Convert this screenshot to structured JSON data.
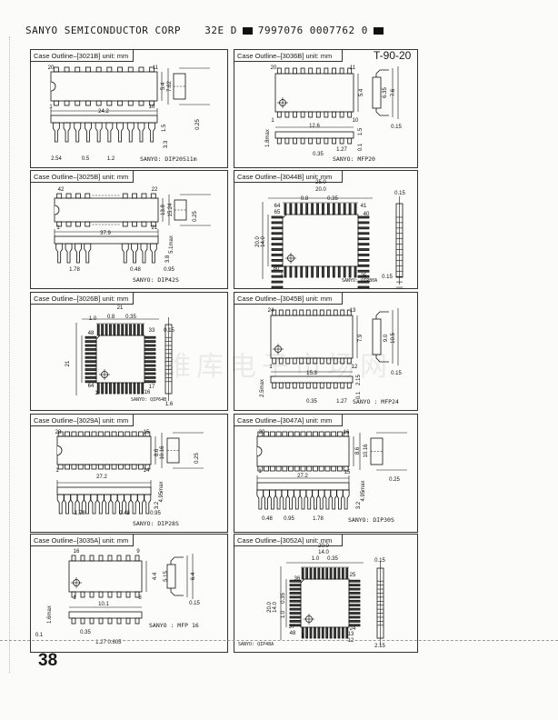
{
  "header": {
    "company": "SANYO SEMICONDUCTOR CORP",
    "code1": "32E D",
    "code2": "7997076 0007762 0",
    "doc_code": "T-90-20"
  },
  "page_number": "38",
  "watermark": "维库电子市场网",
  "panels": [
    {
      "title": "Case Outline–[3021B] unit: mm",
      "package": "SANYO: DIP20S11m",
      "labels": [
        "20",
        "11",
        "1",
        "10",
        "5.4",
        "7.62",
        "24.2",
        "0.25",
        "1.5",
        "3.3",
        "2.54",
        "0.5",
        "1.2"
      ]
    },
    {
      "title": "Case Outline–[3036B] unit: mm",
      "package": "SANYO: MFP20",
      "labels": [
        "20",
        "11",
        "1",
        "10",
        "5.4",
        "6.35",
        "7.6",
        "12.6",
        "0.15",
        "1.8max",
        "1.5",
        "0.1",
        "0.35",
        "1.27"
      ]
    },
    {
      "title": "Case Outline–[3025B] unit: mm",
      "package": "SANYO: DIP42S",
      "labels": [
        "42",
        "22",
        "1",
        "21",
        "13.8",
        "15.24",
        "0.25",
        "37.9",
        "5.1max",
        "3.8",
        "1.78",
        "0.48",
        "0.95"
      ]
    },
    {
      "title": "Case Outline–[3044B] unit: mm",
      "package": "SANYO: QIP80A",
      "labels": [
        "25.0",
        "20.0",
        "0.8",
        "0.35",
        "64",
        "65",
        "41",
        "40",
        "80",
        "1",
        "25",
        "20.0",
        "14.0",
        "0.15",
        "0.15"
      ]
    },
    {
      "title": "Case Outline–[3026B] unit: mm",
      "package": "SANYO: QIP64B",
      "labels": [
        "21",
        "1.0",
        "0.8",
        "0.35",
        "48",
        "33",
        "64",
        "17",
        "1",
        "16",
        "21",
        "0.15",
        "1.6"
      ]
    },
    {
      "title": "Case Outline–[3045B] unit: mm",
      "package": "SANYO : MFP24",
      "labels": [
        "24",
        "13",
        "1",
        "12",
        "7.9",
        "9.0",
        "10.5",
        "15.3",
        "0.15",
        "2.5max",
        "2.15",
        "0.1",
        "0.35",
        "1.27"
      ]
    },
    {
      "title": "Case Outline–[3029A] unit: mm",
      "package": "SANYO: DIP28S",
      "labels": [
        "28",
        "15",
        "1",
        "14",
        "8.6",
        "10.16",
        "0.25",
        "27.2",
        "4.95max",
        "3.2",
        "1.78",
        "0.48",
        "0.95"
      ]
    },
    {
      "title": "Case Outline–[3047A] unit: mm",
      "package": "SANYO: DIP30S",
      "labels": [
        "30",
        "16",
        "1",
        "15",
        "8.6",
        "10.16",
        "0.25",
        "27.2",
        "4.95max",
        "3.2",
        "0.48",
        "0.95",
        "1.78"
      ]
    },
    {
      "title": "Case Outline–[3035A] unit: mm",
      "package": "SANYO : MFP 16",
      "labels": [
        "16",
        "9",
        "1",
        "8",
        "4.4",
        "5.15",
        "6.4",
        "0.15",
        "10.1",
        "1.6max",
        "0.1",
        "0.35",
        "1.27",
        "0.605"
      ]
    },
    {
      "title": "Case Outline–[3052A] unit: mm",
      "package": "SANYO: QIP48A",
      "labels": [
        "20.0",
        "14.0",
        "1.0",
        "0.35",
        "36",
        "25",
        "37",
        "24",
        "48",
        "13",
        "1",
        "12",
        "0.35",
        "1.0",
        "20.0",
        "14.0",
        "0.15",
        "2.15"
      ]
    }
  ]
}
